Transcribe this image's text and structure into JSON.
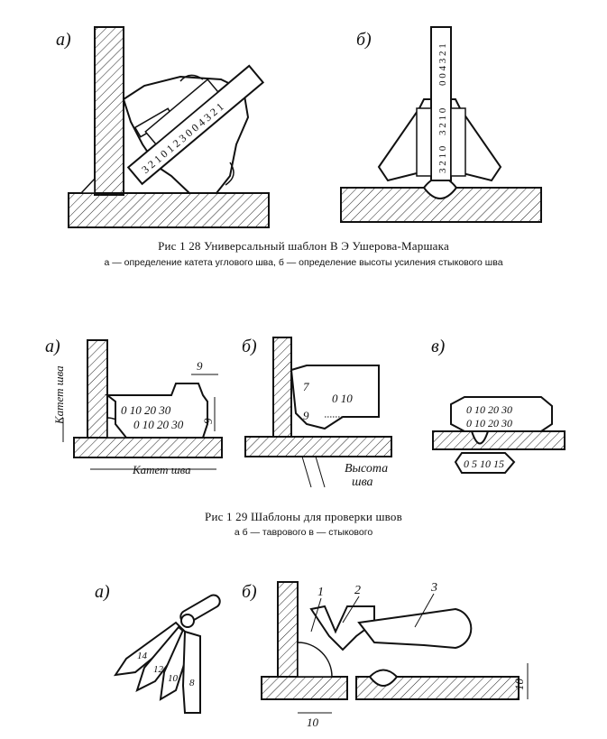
{
  "figure1": {
    "label_a": "а)",
    "label_b": "б)",
    "scale_a": "3 2 1 0 1 2 3 0 0 4 3 2 1",
    "scale_b_upper": "0 0 4 3 2 1",
    "scale_b_mid": "3 2 1 0",
    "scale_b_low": "3 2 1 0",
    "caption_title": "Рис 1 28 Универсальный шаблон В Э Ушерова-Маршака",
    "caption_sub": "а — определение катета углового шва, б — определение высоты усиления стыкового шва"
  },
  "figure2": {
    "label_a": "а)",
    "label_b": "б)",
    "label_v": "в)",
    "katet_vertical": "Катет шва",
    "katet_horizontal": "Катет шва",
    "dim_9_top": "9",
    "dim_9_side": "9",
    "scale_row1": "0 10 20 30",
    "scale_row2": "0 10 20 30",
    "b_num_7": "7",
    "b_num_9": "9",
    "b_scale": "0  10",
    "vysota_line1": "Высота",
    "vysota_line2": "шва",
    "v_scale1": "0 10 20 30",
    "v_scale2": "0 10 20 30",
    "v_scale3": "0 5 10 15",
    "caption_title": "Рис 1 29 Шаблоны для проверки швов",
    "caption_sub": "а б — таврового в — стыкового"
  },
  "figure3": {
    "label_a": "а)",
    "label_b": "б)",
    "blade_14": "14",
    "blade_12": "12",
    "blade_10": "10",
    "blade_8": "8",
    "part_1": "1",
    "part_2": "2",
    "part_3": "3",
    "dim_10_bottom": "10",
    "dim_10_side": "10"
  }
}
